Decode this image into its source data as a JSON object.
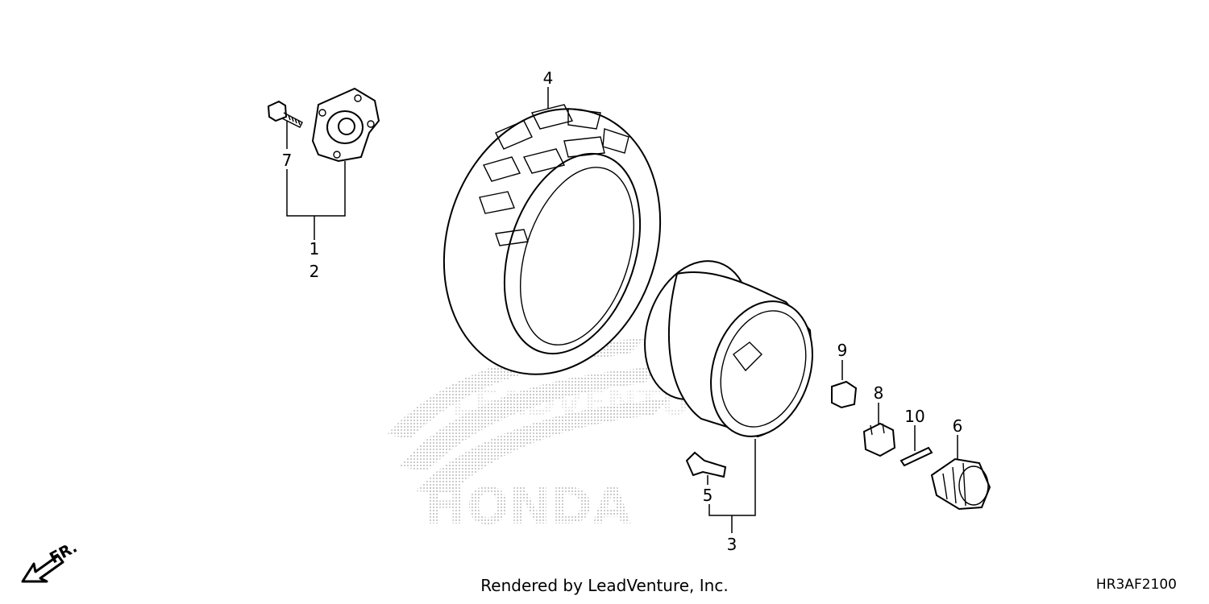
{
  "callouts": [
    "1",
    "2",
    "3",
    "4",
    "5",
    "6",
    "7",
    "8",
    "9",
    "10"
  ],
  "direction_label": "FR.",
  "watermark": {
    "brand": "HONDA",
    "provider": "LEADVENTURE"
  },
  "footer": {
    "rendered_by": "Rendered by LeadVenture, Inc.",
    "diagram_code": "HR3AF2100"
  },
  "colors": {
    "ink": "#000000",
    "watermark": "#c8c8c8",
    "background": "#ffffff"
  }
}
